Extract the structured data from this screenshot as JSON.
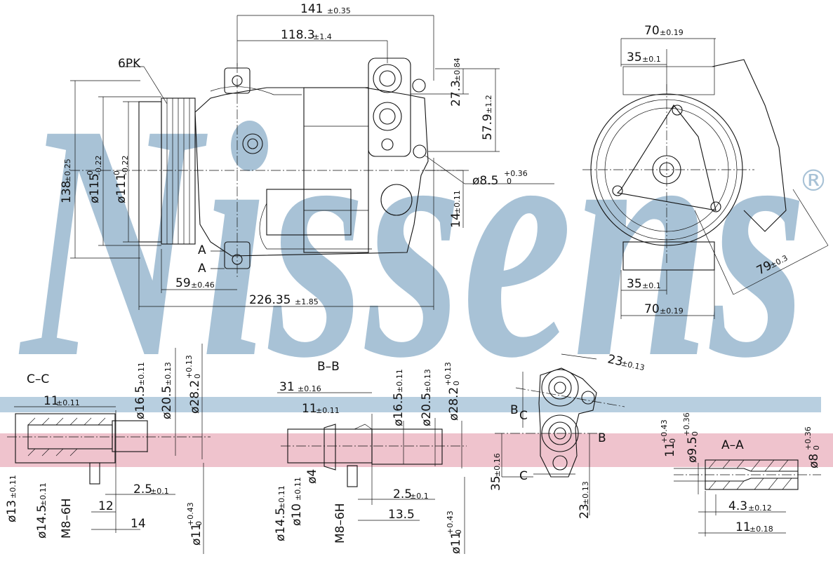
{
  "brand": {
    "watermark_text": "Nissens",
    "registered_mark": "®",
    "watermark_color": "#a8c2d6",
    "band_color": "#b8cfe0",
    "pink_band_color": "#efc3cd"
  },
  "top_view": {
    "belt": "6PK",
    "d141": "141",
    "d141_tol": "±0.35",
    "d118": "118.3",
    "d118_tol": "±1.4",
    "d27": "27.3",
    "d27_tol": "±0.84",
    "d57": "57.9",
    "d57_tol": "±1.2",
    "d138": "138",
    "d138_tol": "±0.25",
    "d115": "ø115",
    "d115_tol_up": "0",
    "d115_tol_dn": "-0.22",
    "d111": "ø111",
    "d111_tol_up": "0",
    "d111_tol_dn": "-0.22",
    "d85": "ø8.5",
    "d85_tol_up": "+0.36",
    "d85_tol_dn": "0",
    "d14": "14",
    "d14_tol": "±0.11",
    "label_a1": "A",
    "label_a2": "A",
    "d59": "59",
    "d59_tol": "±0.46",
    "d226": "226.35",
    "d226_tol": "±1.85"
  },
  "side_view": {
    "d70_top": "70",
    "d70_top_tol": "±0.19",
    "d35_top": "35",
    "d35_top_tol": "±0.1",
    "d35_bot": "35",
    "d35_bot_tol": "±0.1",
    "d70_bot": "70",
    "d70_bot_tol": "±0.19",
    "d79": "79",
    "d79_tol": "±0.3"
  },
  "section_cc": {
    "title": "C–C",
    "d11": "11",
    "d11_tol": "±0.11",
    "d165": "ø16.5",
    "d165_tol": "±0.11",
    "d205": "ø20.5",
    "d205_tol": "±0.13",
    "d282": "ø28.2",
    "d282_tol_up": "+0.13",
    "d282_tol_dn": "0",
    "d13": "ø13",
    "d13_tol": "±0.11",
    "d145": "ø14.5",
    "d145_tol": "±0.11",
    "thread": "M8–6H",
    "d25": "2.5",
    "d25_tol": "±0.1",
    "d12": "12",
    "d14": "14",
    "d11b": "ø11",
    "d11b_tol_up": "+0.43",
    "d11b_tol_dn": "0"
  },
  "section_bb": {
    "title": "B–B",
    "d31": "31",
    "d31_tol": "±0.16",
    "d11": "11",
    "d11_tol": "±0.11",
    "d165": "ø16.5",
    "d165_tol": "±0.11",
    "d205": "ø20.5",
    "d205_tol": "±0.13",
    "d282": "ø28.2",
    "d282_tol_up": "+0.13",
    "d282_tol_dn": "0",
    "d145": "ø14.5",
    "d145_tol": "±0.11",
    "d10": "ø10",
    "d10_tol": "±0.11",
    "d4": "ø4",
    "thread": "M8–6H",
    "d25": "2.5",
    "d25_tol": "±0.1",
    "d135": "13.5",
    "d11b": "ø11",
    "d11b_tol_up": "+0.43",
    "d11b_tol_dn": "0"
  },
  "port_view": {
    "d23a": "23",
    "d23a_tol": "±0.13",
    "b1": "B",
    "c1": "C",
    "b2": "B",
    "c2": "C",
    "d35": "35",
    "d35_tol": "±0.16",
    "d23b": "23",
    "d23b_tol": "±0.13"
  },
  "section_aa": {
    "title": "A–A",
    "d11": "11",
    "d11_tol_up": "+0.43",
    "d11_tol_dn": "0",
    "d95": "ø9.5",
    "d95_tol_up": "+0.36",
    "d95_tol_dn": "0",
    "d8": "ø8",
    "d8_tol_up": "+0.36",
    "d8_tol_dn": "0",
    "d43": "4.3",
    "d43_tol": "±0.12",
    "d11b": "11",
    "d11b_tol": "±0.18"
  }
}
